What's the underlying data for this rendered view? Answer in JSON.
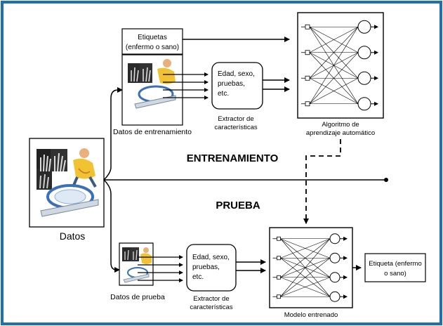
{
  "frame": {
    "border_color": "#1f6fb2"
  },
  "labels": {
    "datos": "Datos",
    "datos_entrenamiento": "Datos de entrenamiento",
    "datos_prueba": "Datos de prueba",
    "etiquetas_line1": "Etiquetas",
    "etiquetas_line2": "(enfermo o sano)",
    "feat_train_lines": [
      "Edad, sexo,",
      "pruebas,",
      "etc."
    ],
    "feat_test_lines": [
      "Edad, sexo,",
      "pruebas,",
      "etc."
    ],
    "extractor_train_lines": [
      "Extractor de",
      "características"
    ],
    "extractor_test_lines": [
      "Extractor de",
      "características"
    ],
    "algoritmo_lines": [
      "Algoritmo de",
      "aprendizaje automático"
    ],
    "modelo": "Modelo entrenado",
    "etiqueta_out_lines": [
      "Etiqueta (enfermo",
      "o sano)"
    ],
    "entrenamiento": "ENTRENAMIENTO",
    "prueba": "PRUEBA"
  },
  "icons": [
    "xray-hand-icon",
    "patient-icon",
    "mri-scanner-icon",
    "neural-network-icon"
  ]
}
